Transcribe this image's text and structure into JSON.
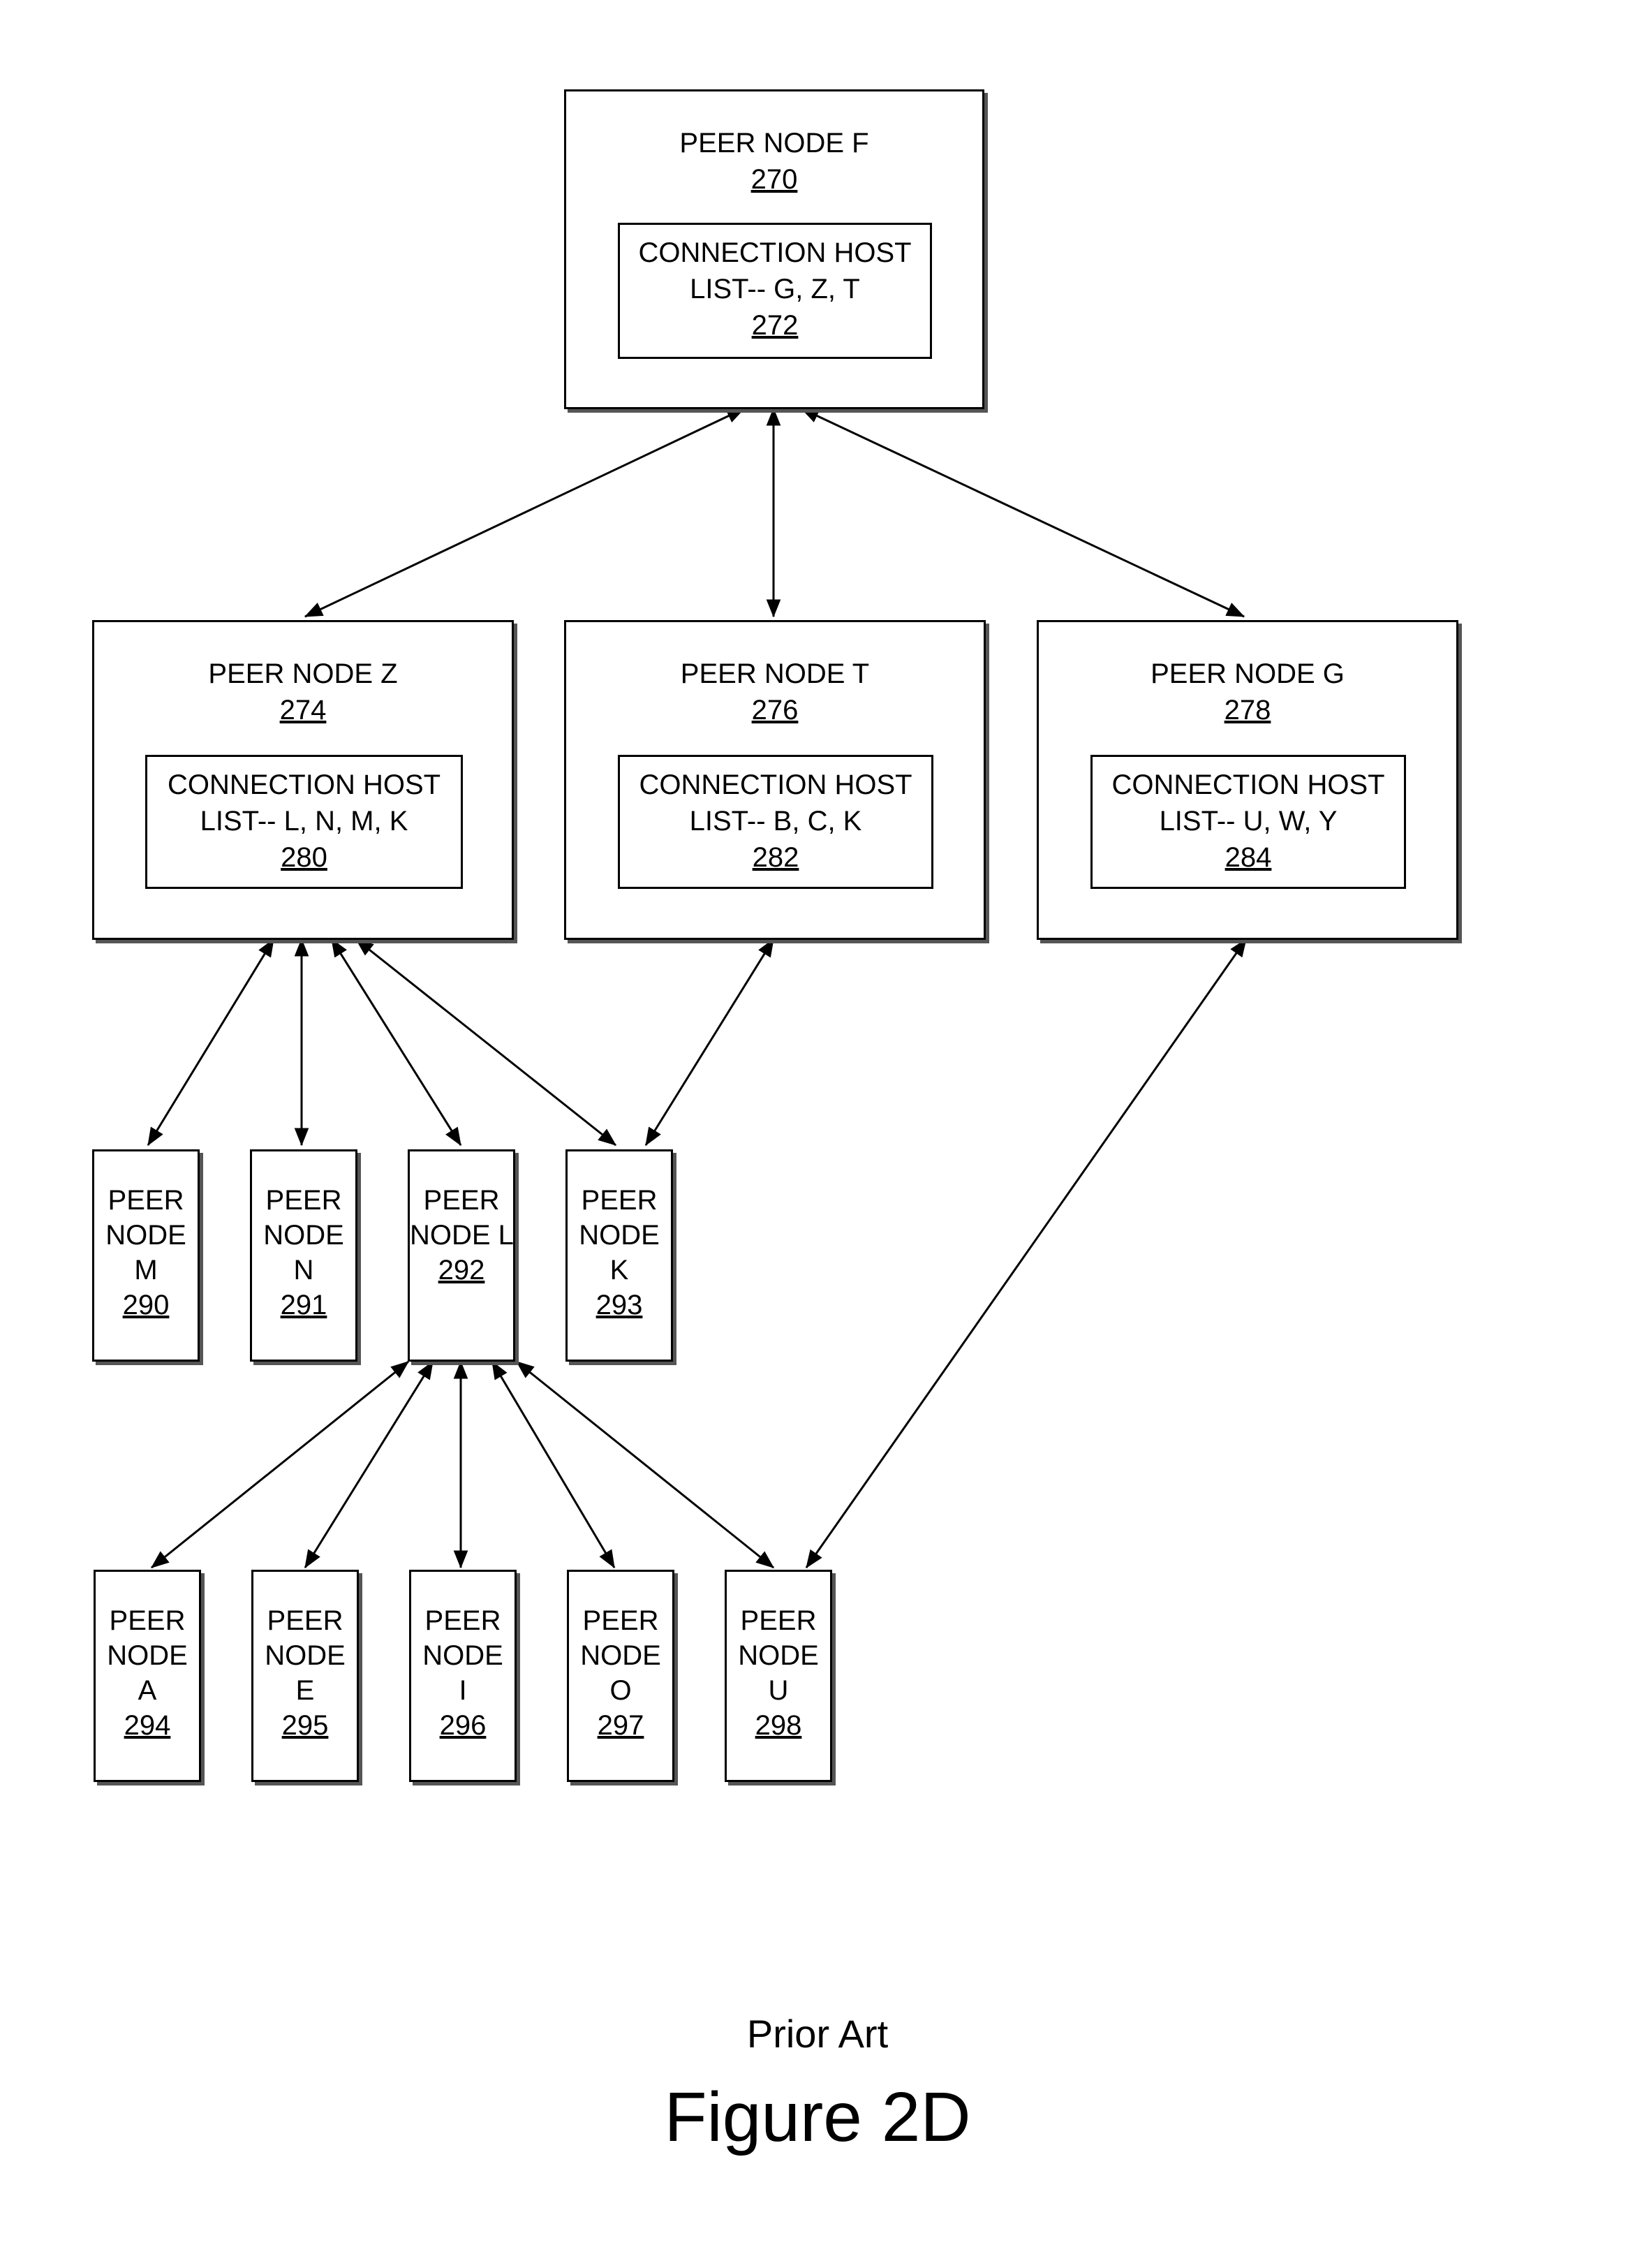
{
  "nodes": {
    "f": {
      "title": "PEER NODE F",
      "ref": "270",
      "list_line1": "CONNECTION HOST",
      "list_line2": "LIST-- G, Z, T",
      "list_ref": "272"
    },
    "z": {
      "title": "PEER NODE Z",
      "ref": "274",
      "list_line1": "CONNECTION HOST",
      "list_line2": "LIST-- L, N, M, K",
      "list_ref": "280"
    },
    "t": {
      "title": "PEER NODE T",
      "ref": "276",
      "list_line1": "CONNECTION HOST",
      "list_line2": "LIST-- B, C, K",
      "list_ref": "282"
    },
    "g": {
      "title": "PEER NODE G",
      "ref": "278",
      "list_line1": "CONNECTION HOST",
      "list_line2": "LIST-- U, W, Y",
      "list_ref": "284"
    },
    "m": {
      "line1": "PEER",
      "line2": "NODE",
      "line3": "M",
      "ref": "290"
    },
    "n": {
      "line1": "PEER",
      "line2": "NODE",
      "line3": "N",
      "ref": "291"
    },
    "l": {
      "line1": "PEER",
      "line2": "NODE L",
      "ref": "292"
    },
    "k": {
      "line1": "PEER",
      "line2": "NODE",
      "line3": "K",
      "ref": "293"
    },
    "a": {
      "line1": "PEER",
      "line2": "NODE",
      "line3": "A",
      "ref": "294"
    },
    "e": {
      "line1": "PEER",
      "line2": "NODE",
      "line3": "E",
      "ref": "295"
    },
    "i": {
      "line1": "PEER",
      "line2": "NODE",
      "line3": "I",
      "ref": "296"
    },
    "o": {
      "line1": "PEER",
      "line2": "NODE",
      "line3": "O",
      "ref": "297"
    },
    "u": {
      "line1": "PEER",
      "line2": "NODE",
      "line3": "U",
      "ref": "298"
    }
  },
  "caption": {
    "prior_art": "Prior Art",
    "figure": "Figure 2D"
  }
}
